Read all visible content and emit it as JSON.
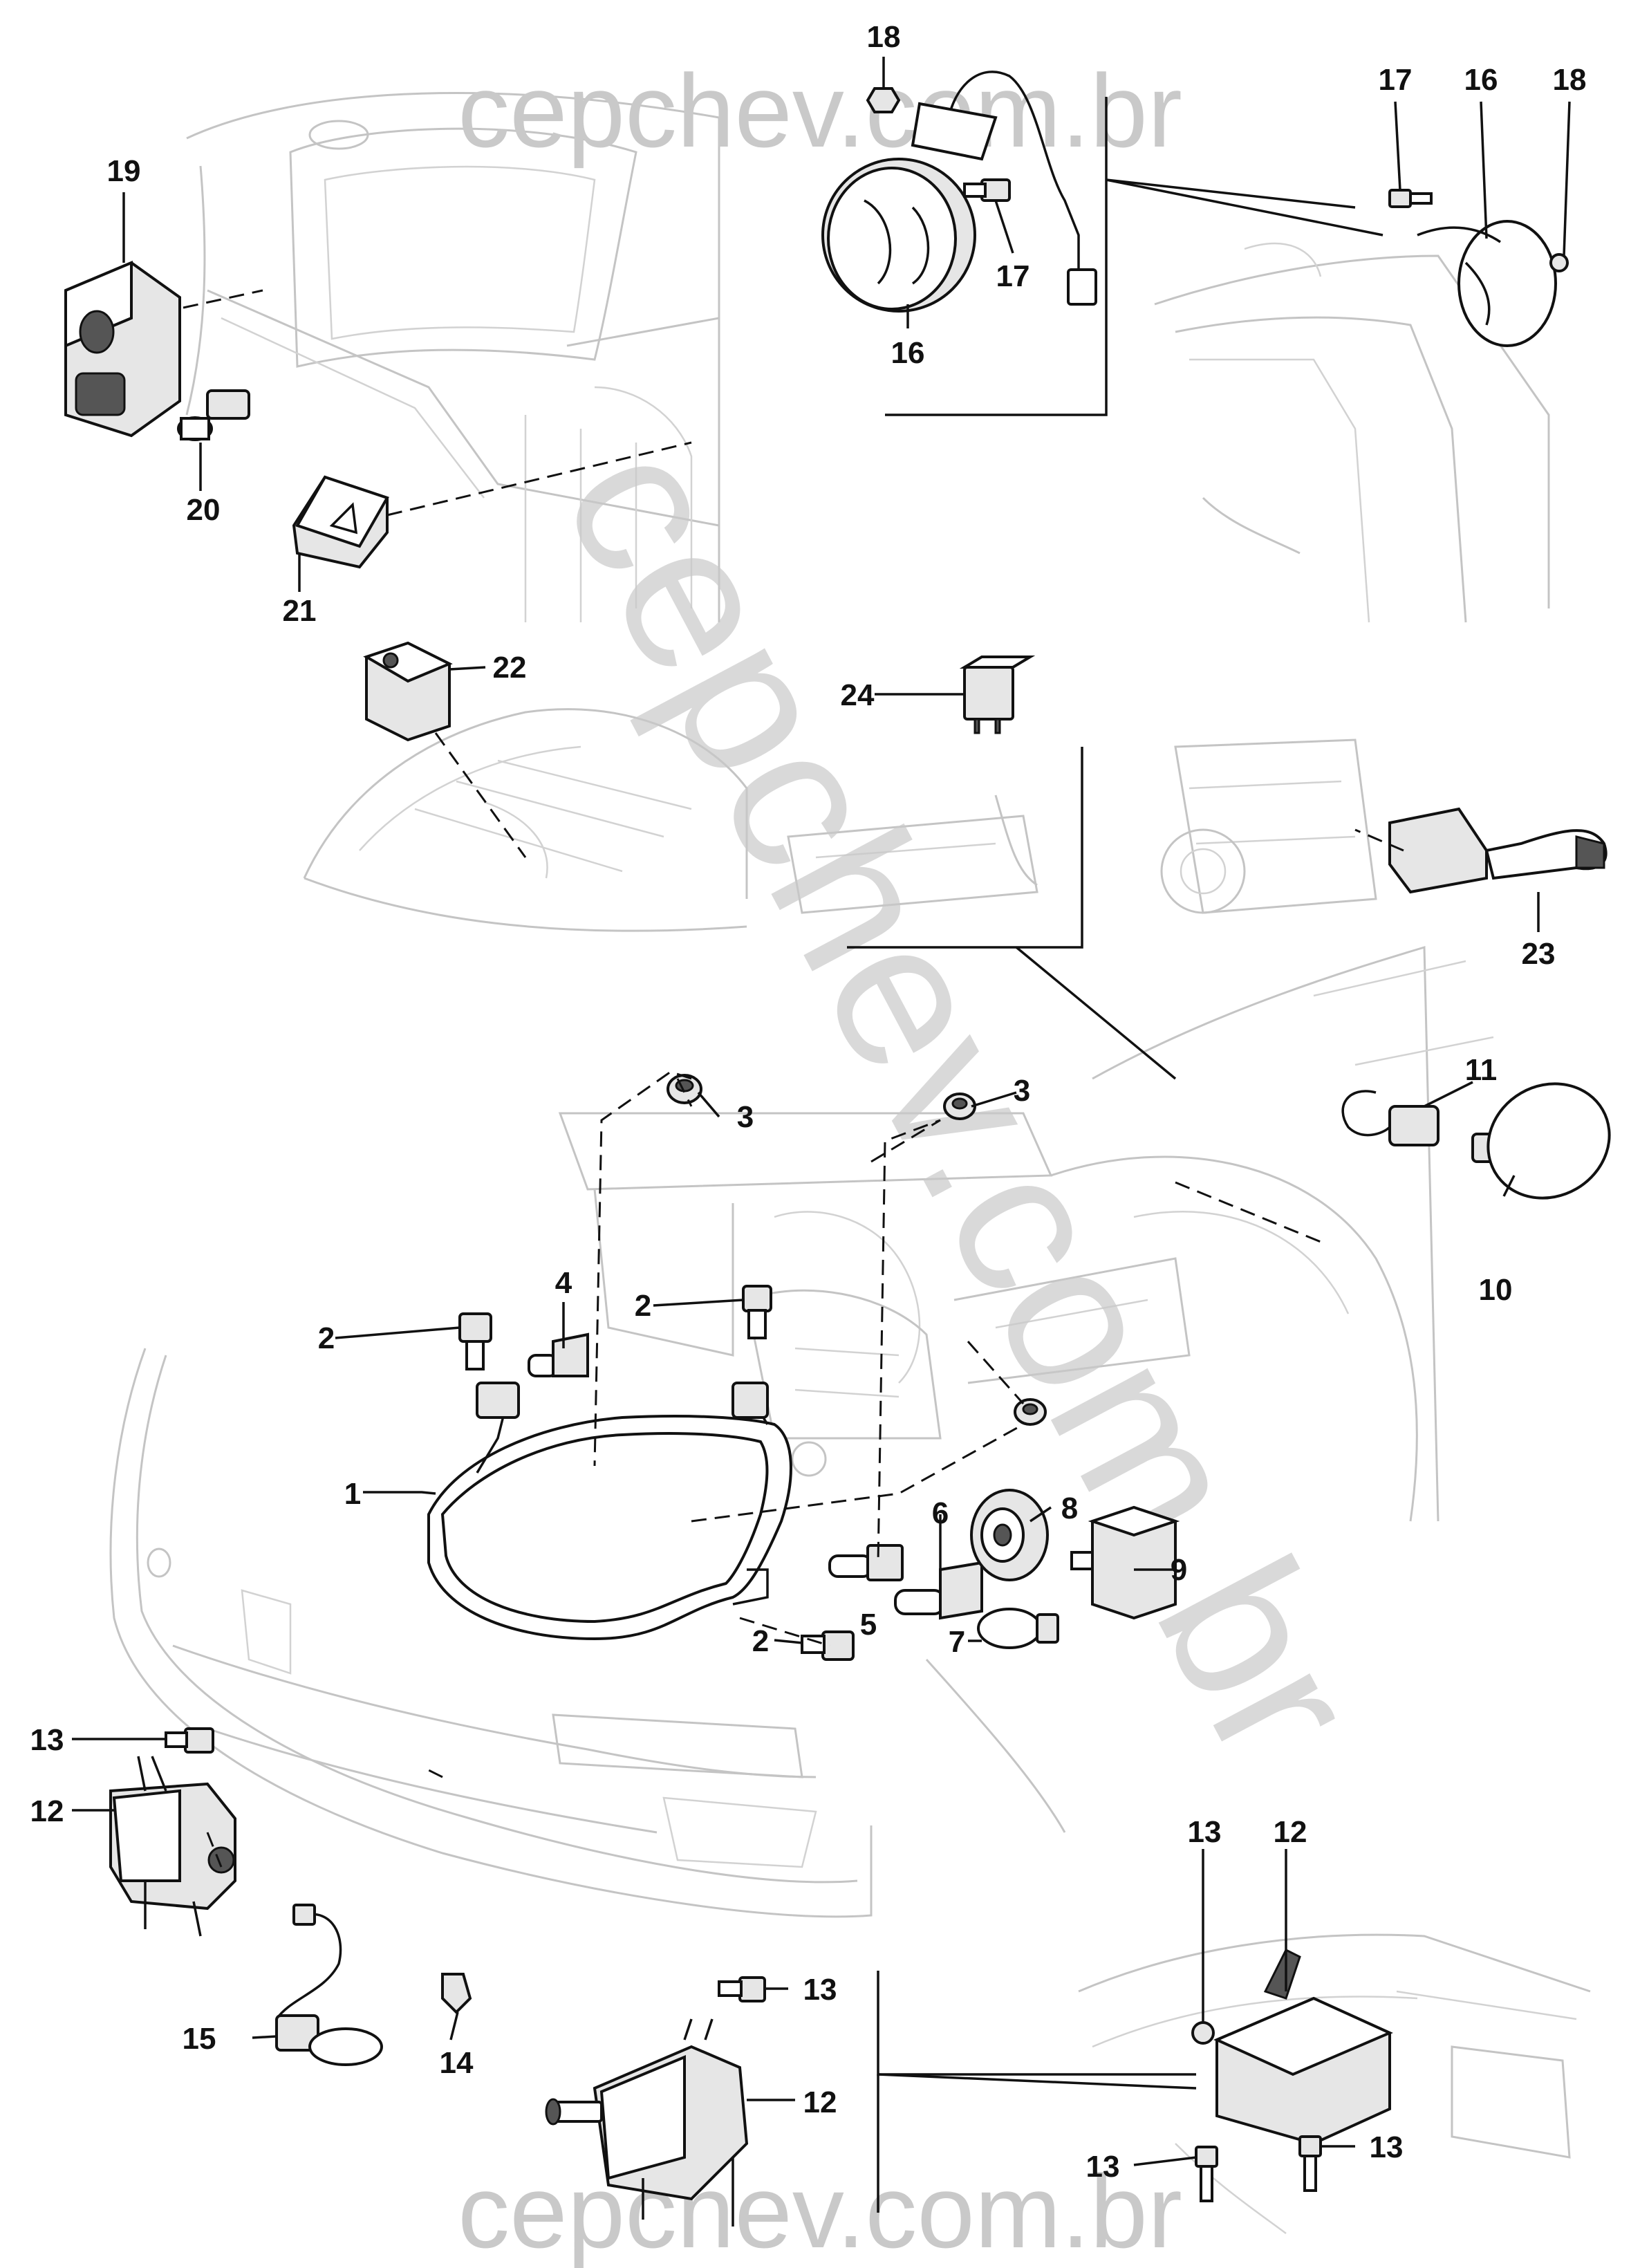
{
  "watermark": {
    "top": "cepchev.com.br",
    "bottom": "cepchev.com.br",
    "diagonal": "cepchev.com.br"
  },
  "callouts": [
    {
      "id": "c1",
      "label": "1"
    },
    {
      "id": "c2a",
      "label": "2"
    },
    {
      "id": "c2b",
      "label": "2"
    },
    {
      "id": "c2c",
      "label": "2"
    },
    {
      "id": "c3a",
      "label": "3"
    },
    {
      "id": "c3b",
      "label": "3"
    },
    {
      "id": "c4",
      "label": "4"
    },
    {
      "id": "c5",
      "label": "5"
    },
    {
      "id": "c6",
      "label": "6"
    },
    {
      "id": "c7",
      "label": "7"
    },
    {
      "id": "c8",
      "label": "8"
    },
    {
      "id": "c9",
      "label": "9"
    },
    {
      "id": "c10",
      "label": "10"
    },
    {
      "id": "c11",
      "label": "11"
    },
    {
      "id": "c12a",
      "label": "12"
    },
    {
      "id": "c12b",
      "label": "12"
    },
    {
      "id": "c12c",
      "label": "12"
    },
    {
      "id": "c13a",
      "label": "13"
    },
    {
      "id": "c13b",
      "label": "13"
    },
    {
      "id": "c13c",
      "label": "13"
    },
    {
      "id": "c13d",
      "label": "13"
    },
    {
      "id": "c13e",
      "label": "13"
    },
    {
      "id": "c14",
      "label": "14"
    },
    {
      "id": "c15",
      "label": "15"
    },
    {
      "id": "c16a",
      "label": "16"
    },
    {
      "id": "c16b",
      "label": "16"
    },
    {
      "id": "c17a",
      "label": "17"
    },
    {
      "id": "c17b",
      "label": "17"
    },
    {
      "id": "c18a",
      "label": "18"
    },
    {
      "id": "c18b",
      "label": "18"
    },
    {
      "id": "c19",
      "label": "19"
    },
    {
      "id": "c20",
      "label": "20"
    },
    {
      "id": "c21",
      "label": "21"
    },
    {
      "id": "c22",
      "label": "22"
    },
    {
      "id": "c23",
      "label": "23"
    },
    {
      "id": "c24",
      "label": "24"
    }
  ]
}
